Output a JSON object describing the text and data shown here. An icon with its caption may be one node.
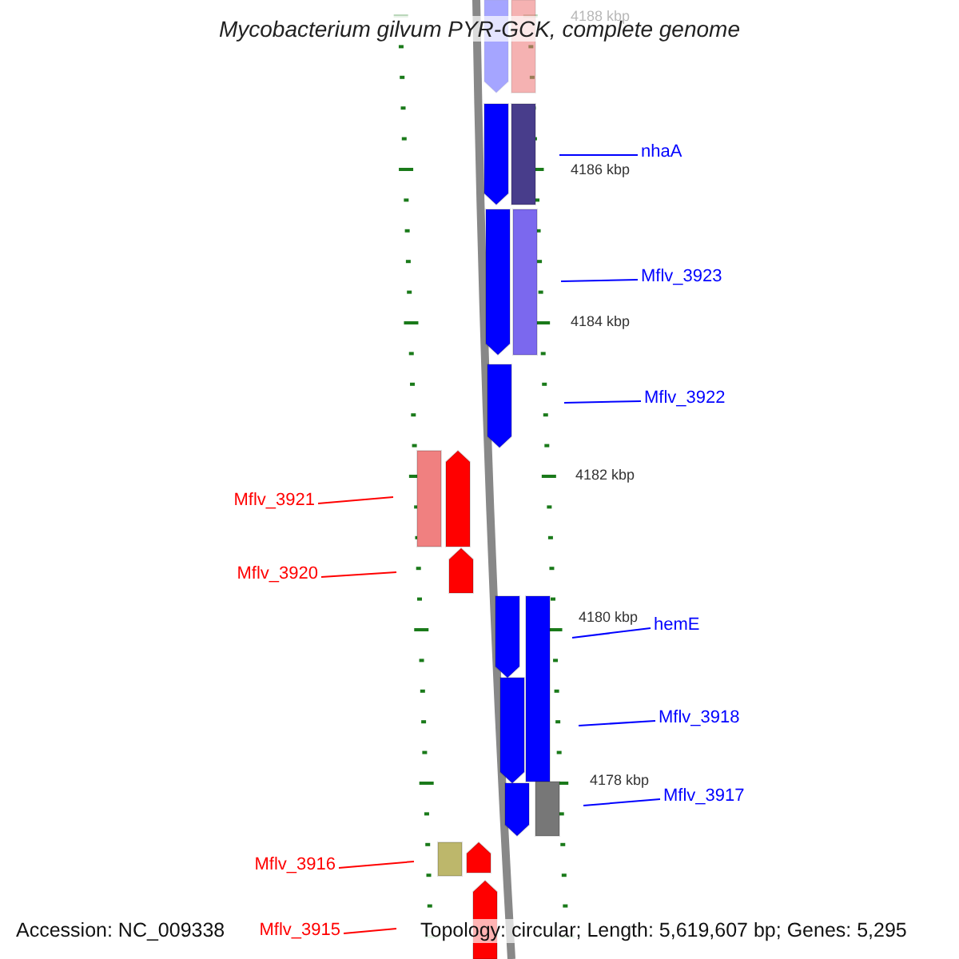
{
  "diagram": {
    "title": "Mycobacterium gilvum PYR-GCK, complete genome",
    "nodes": [
      {
        "text": [
          "nhaA"
        ]
      },
      {
        "text": [
          "Mflv_3923"
        ]
      },
      {
        "text": [
          "Mflv_3922"
        ]
      },
      {
        "text": [
          "Mflv_3921"
        ]
      },
      {
        "text": [
          "Mflv_3920"
        ]
      },
      {
        "text": [
          "hemE"
        ]
      },
      {
        "text": [
          "Mflv_3918"
        ]
      },
      {
        "text": [
          "Mflv_3917"
        ]
      },
      {
        "text": [
          "Mflv_3916"
        ]
      },
      {
        "text": [
          "Mflv_3915"
        ]
      }
    ],
    "edges": [
      {
        "from": 0,
        "to": null,
        "arrow": "none",
        "color": "#0000ff"
      },
      {
        "from": 1,
        "to": null,
        "arrow": "none",
        "color": "#0000ff"
      },
      {
        "from": 2,
        "to": null,
        "arrow": "none",
        "color": "#0000ff"
      },
      {
        "from": 3,
        "to": null,
        "arrow": "none",
        "color": "#ff0000"
      },
      {
        "from": 4,
        "to": null,
        "arrow": "none",
        "color": "#ff0000"
      },
      {
        "from": 5,
        "to": null,
        "arrow": "none",
        "color": "#0000ff"
      },
      {
        "from": 6,
        "to": null,
        "arrow": "none",
        "color": "#0000ff"
      },
      {
        "from": 7,
        "to": null,
        "arrow": "none",
        "color": "#0000ff"
      },
      {
        "from": 8,
        "to": null,
        "arrow": "none",
        "color": "#ff0000"
      },
      {
        "from": 9,
        "to": null,
        "arrow": "none",
        "color": "#ff0000"
      }
    ],
    "labels": [
      "4188 kbp",
      "4186 kbp",
      "4184 kbp",
      "4182 kbp",
      "4180 kbp",
      "4178 kbp",
      "Accession: NC_009338",
      "Topology: circular; Length: 5,619,607 bp; Genes: 5,295"
    ]
  }
}
